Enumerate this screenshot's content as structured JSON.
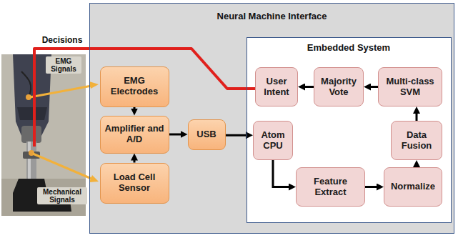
{
  "diagram": {
    "nodes": [
      {
        "text": [
          "Neural Machine Interface"
        ]
      },
      {
        "text": [
          "EMG Electrodes"
        ],
        "in": 0
      },
      {
        "text": [
          "Amplifier and A/D"
        ],
        "in": 0
      },
      {
        "text": [
          "Load Cell Sensor"
        ],
        "in": 0
      },
      {
        "text": [
          "USB"
        ],
        "in": 0
      },
      {
        "text": [
          "Embedded System"
        ],
        "in": 0
      },
      {
        "text": [
          "User Intent"
        ],
        "in": 5
      },
      {
        "text": [
          "Majority Vote"
        ],
        "in": 5
      },
      {
        "text": [
          "Multi-class SVM"
        ],
        "in": 5
      },
      {
        "text": [
          "Atom CPU"
        ],
        "in": 5
      },
      {
        "text": [
          "Data Fusion"
        ],
        "in": 5
      },
      {
        "text": [
          "Feature Extract"
        ],
        "in": 5
      },
      {
        "text": [
          "Normalize"
        ],
        "in": 5
      }
    ],
    "edges": [
      {
        "from": 1,
        "to": 2,
        "arrow": "to"
      },
      {
        "from": 3,
        "to": 2,
        "arrow": "to"
      },
      {
        "from": 2,
        "to": 4,
        "arrow": "to"
      },
      {
        "from": 4,
        "to": 9,
        "arrow": "to"
      },
      {
        "from": 9,
        "to": 11,
        "arrow": "to"
      },
      {
        "from": 11,
        "to": 12,
        "arrow": "to"
      },
      {
        "from": 12,
        "to": 10,
        "arrow": "to"
      },
      {
        "from": 10,
        "to": 8,
        "arrow": "to"
      },
      {
        "from": 8,
        "to": 7,
        "arrow": "to"
      },
      {
        "from": 7,
        "to": 6,
        "arrow": "to"
      }
    ],
    "labels": [
      "Decisions",
      "EMG Signals",
      "Mechanical Signals"
    ]
  }
}
